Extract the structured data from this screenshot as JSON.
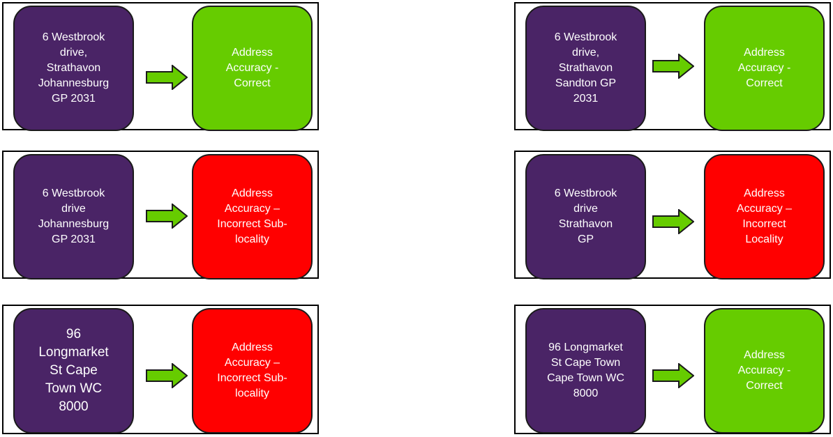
{
  "colors": {
    "address": "#4a2466",
    "correct": "#66cc00",
    "incorrect": "#ff0000",
    "arrow": "#66cc00"
  },
  "icons": {
    "flow_arrow": "right-arrow-icon"
  },
  "examples": [
    {
      "address": "6 Westbrook\ndrive,\nStrathavon\nJohannesburg\nGP 2031",
      "result": "Address\nAccuracy -\nCorrect",
      "status": "correct"
    },
    {
      "address": "6 Westbrook\ndrive,\nStrathavon\nSandton GP\n2031",
      "result": "Address\nAccuracy -\nCorrect",
      "status": "correct"
    },
    {
      "address": "6 Westbrook\ndrive\nJohannesburg\nGP 2031",
      "result": "Address\nAccuracy –\nIncorrect Sub-\nlocality",
      "status": "incorrect"
    },
    {
      "address": "6 Westbrook\ndrive\nStrathavon\nGP",
      "result": "Address\nAccuracy –\nIncorrect\nLocality",
      "status": "incorrect"
    },
    {
      "address": "96\nLongmarket\nSt Cape\nTown WC\n8000",
      "result": "Address\nAccuracy –\nIncorrect Sub-\nlocality",
      "status": "incorrect"
    },
    {
      "address": "96 Longmarket\nSt Cape Town\nCape Town WC\n8000",
      "result": "Address\nAccuracy -\nCorrect",
      "status": "correct"
    }
  ]
}
